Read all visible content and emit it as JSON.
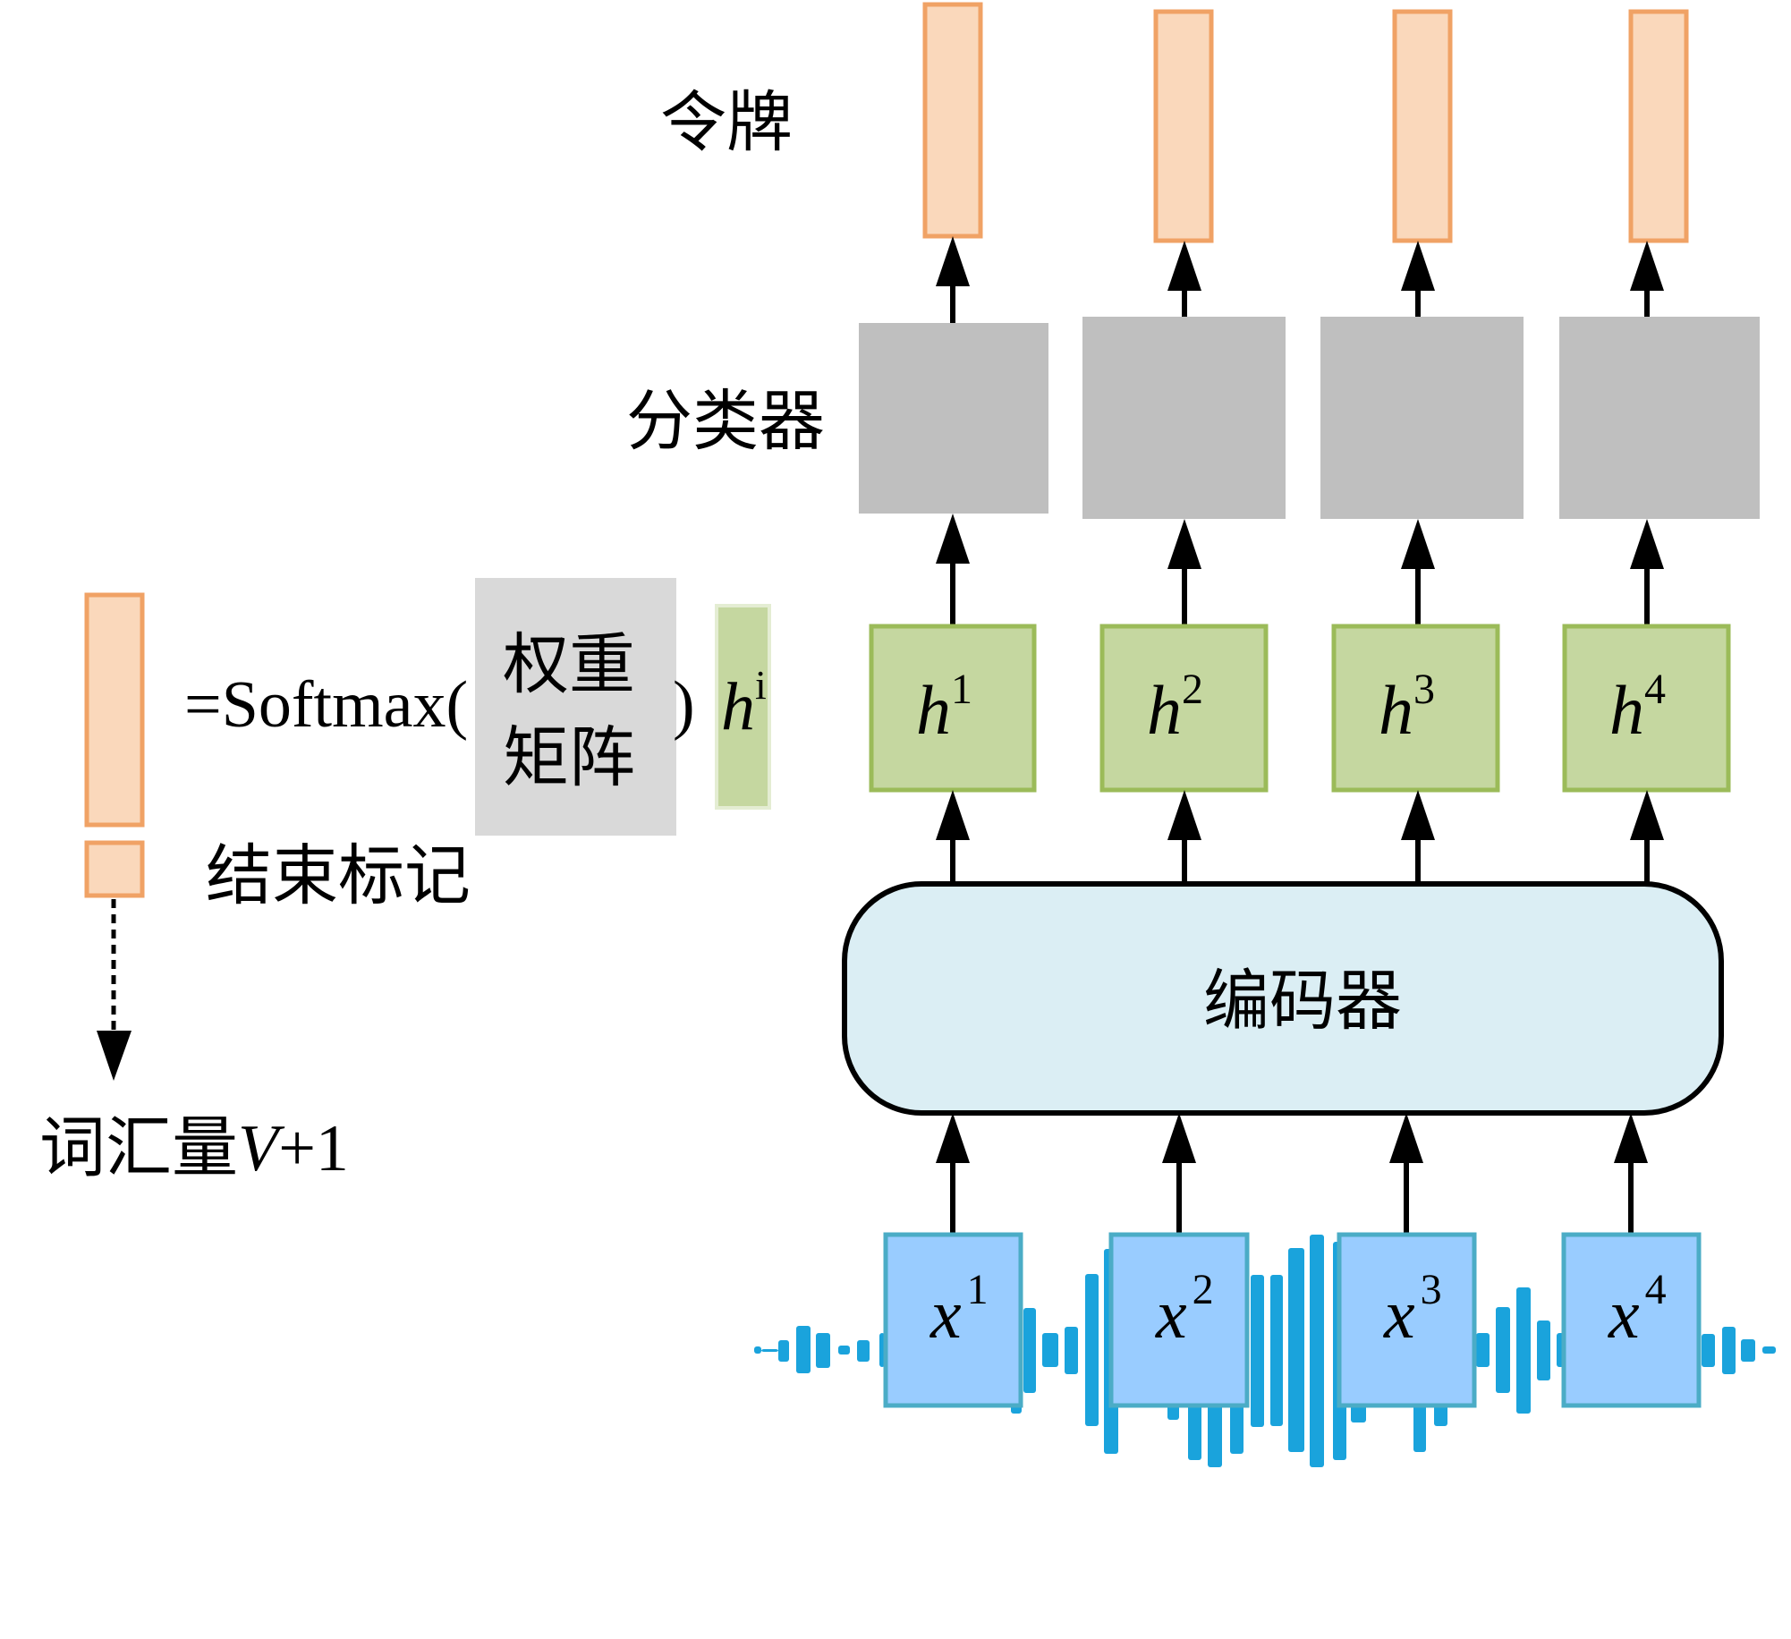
{
  "labels": {
    "tokens": "令牌",
    "classifier": "分类器",
    "encoder": "编码器",
    "end_marker": "结束标记",
    "vocab_prefix": "词汇量",
    "vocab_var": "V",
    "vocab_suffix": "+1",
    "softmax_prefix": "=Softmax(",
    "softmax_suffix": ")",
    "weight_matrix_line1": "权重",
    "weight_matrix_line2": "矩阵",
    "hidden_generic_base": "h",
    "hidden_generic_sup": "i"
  },
  "columns": [
    {
      "hidden_base": "h",
      "hidden_sup": "1",
      "input_base": "x",
      "input_sup": "1"
    },
    {
      "hidden_base": "h",
      "hidden_sup": "2",
      "input_base": "x",
      "input_sup": "2"
    },
    {
      "hidden_base": "h",
      "hidden_sup": "3",
      "input_base": "x",
      "input_sup": "3"
    },
    {
      "hidden_base": "h",
      "hidden_sup": "4",
      "input_base": "x",
      "input_sup": "4"
    }
  ],
  "colors": {
    "token_fill": "#fad8bb",
    "token_border": "#f0a265",
    "classifier_fill": "#bfbfbf",
    "weight_matrix_fill": "#d9d9d9",
    "hidden_fill": "#c5d7a0",
    "hidden_border": "#9bbb59",
    "encoder_fill": "#dbeef4",
    "input_fill": "#99ccff",
    "input_border": "#4bacc6",
    "waveform": "#1aa3dc"
  }
}
